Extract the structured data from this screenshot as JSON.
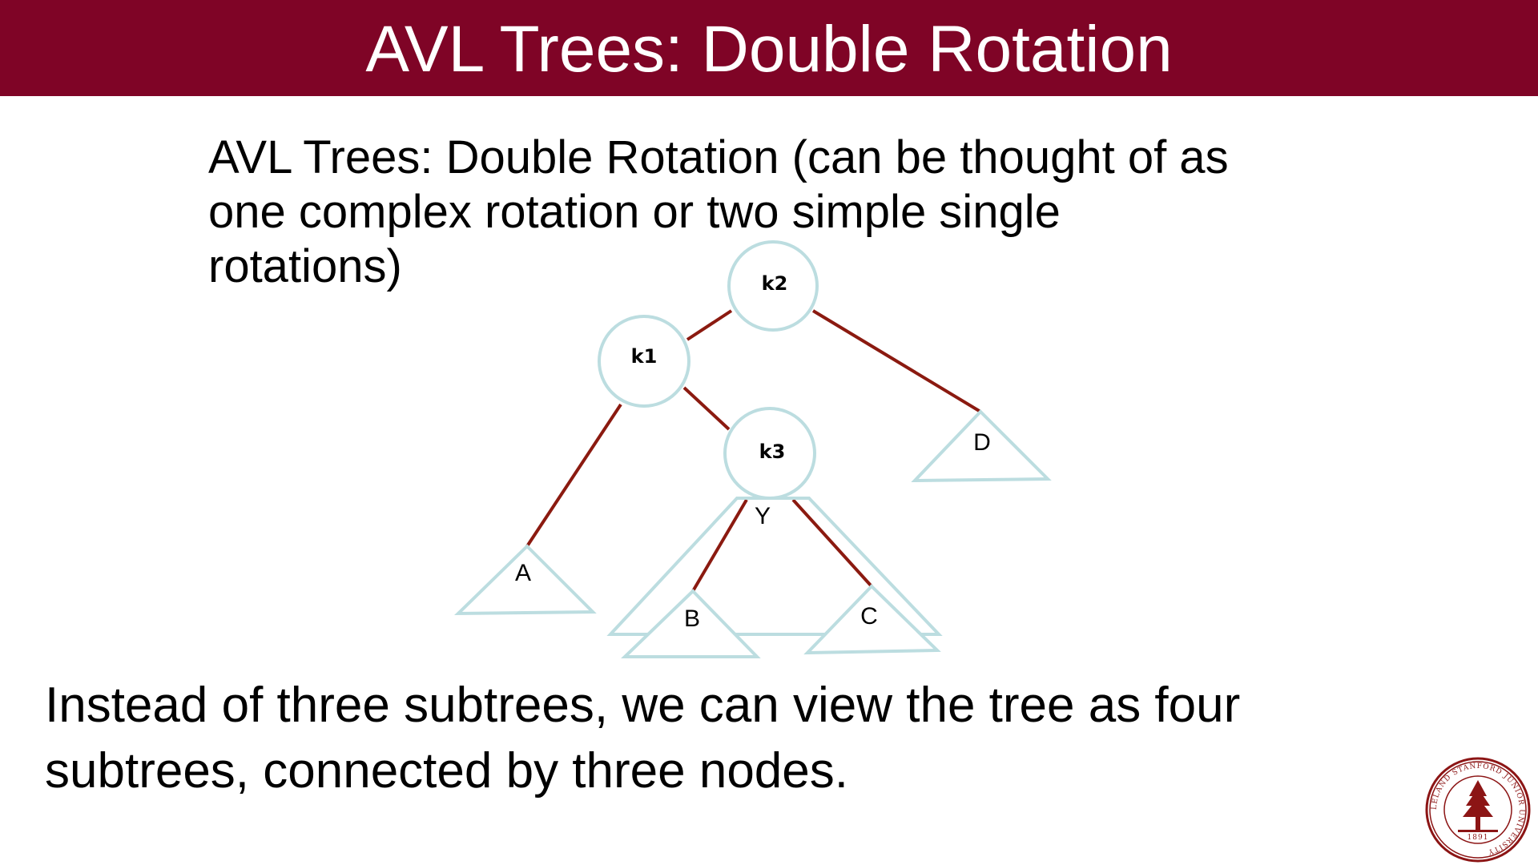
{
  "title": "AVL Trees: Double Rotation",
  "intro": {
    "line1": "AVL Trees: Double Rotation (can be thought of as",
    "line2": "one complex rotation or two simple single",
    "line3": "rotations)"
  },
  "diagram": {
    "nodes": {
      "k2": "k2",
      "k1": "k1",
      "k3": "k3"
    },
    "subtrees": {
      "A": "A",
      "B": "B",
      "C": "C",
      "D": "D",
      "Y": "Y"
    }
  },
  "summary": {
    "line1": "Instead of three subtrees, we can view the tree as four",
    "line2": "subtrees, connected by three nodes."
  },
  "seal": {
    "ring_text": "LELAND STANFORD JUNIOR UNIVERSITY",
    "year": "1891"
  },
  "colors": {
    "title_bar": "#7f0426",
    "edge": "#8b1a10",
    "node_outline": "#bcdde0",
    "seal": "#8c1515"
  }
}
